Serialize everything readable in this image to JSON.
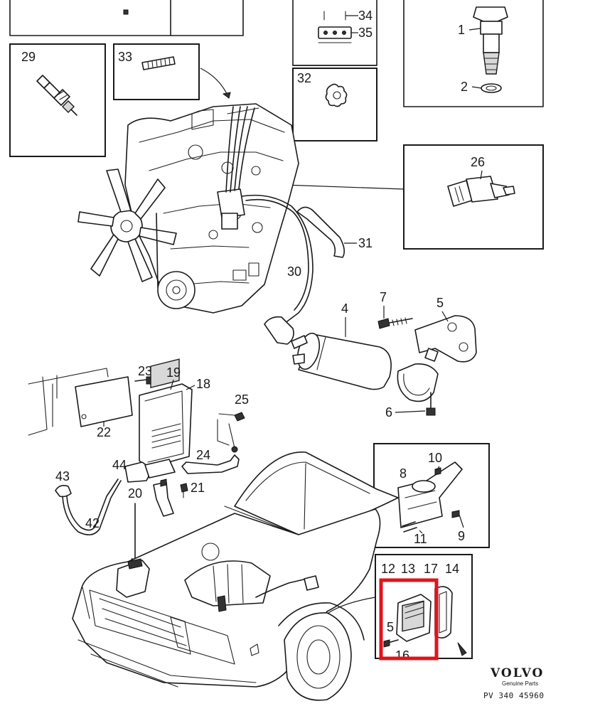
{
  "diagram": {
    "callouts": {
      "c1": "1",
      "c2": "2",
      "c4": "4",
      "c5a": "5",
      "c5b": "5",
      "c6": "6",
      "c7": "7",
      "c8": "8",
      "c9": "9",
      "c10": "10",
      "c11": "11",
      "c12": "12",
      "c13": "13",
      "c14": "14",
      "c16": "16",
      "c17": "17",
      "c18": "18",
      "c19": "19",
      "c20": "20",
      "c21": "21",
      "c22": "22",
      "c23": "23",
      "c24": "24",
      "c25": "25",
      "c26": "26",
      "c29": "29",
      "c30": "30",
      "c31": "31",
      "c32": "32",
      "c33": "33",
      "c34": "34",
      "c35": "35",
      "c42": "42",
      "c43": "43",
      "c44": "44"
    },
    "highlight_color": "#e0141e",
    "brand": {
      "logo_text": "VOLVO",
      "sub_text": "Genuine Parts",
      "reference": "PV 340 45960"
    }
  }
}
